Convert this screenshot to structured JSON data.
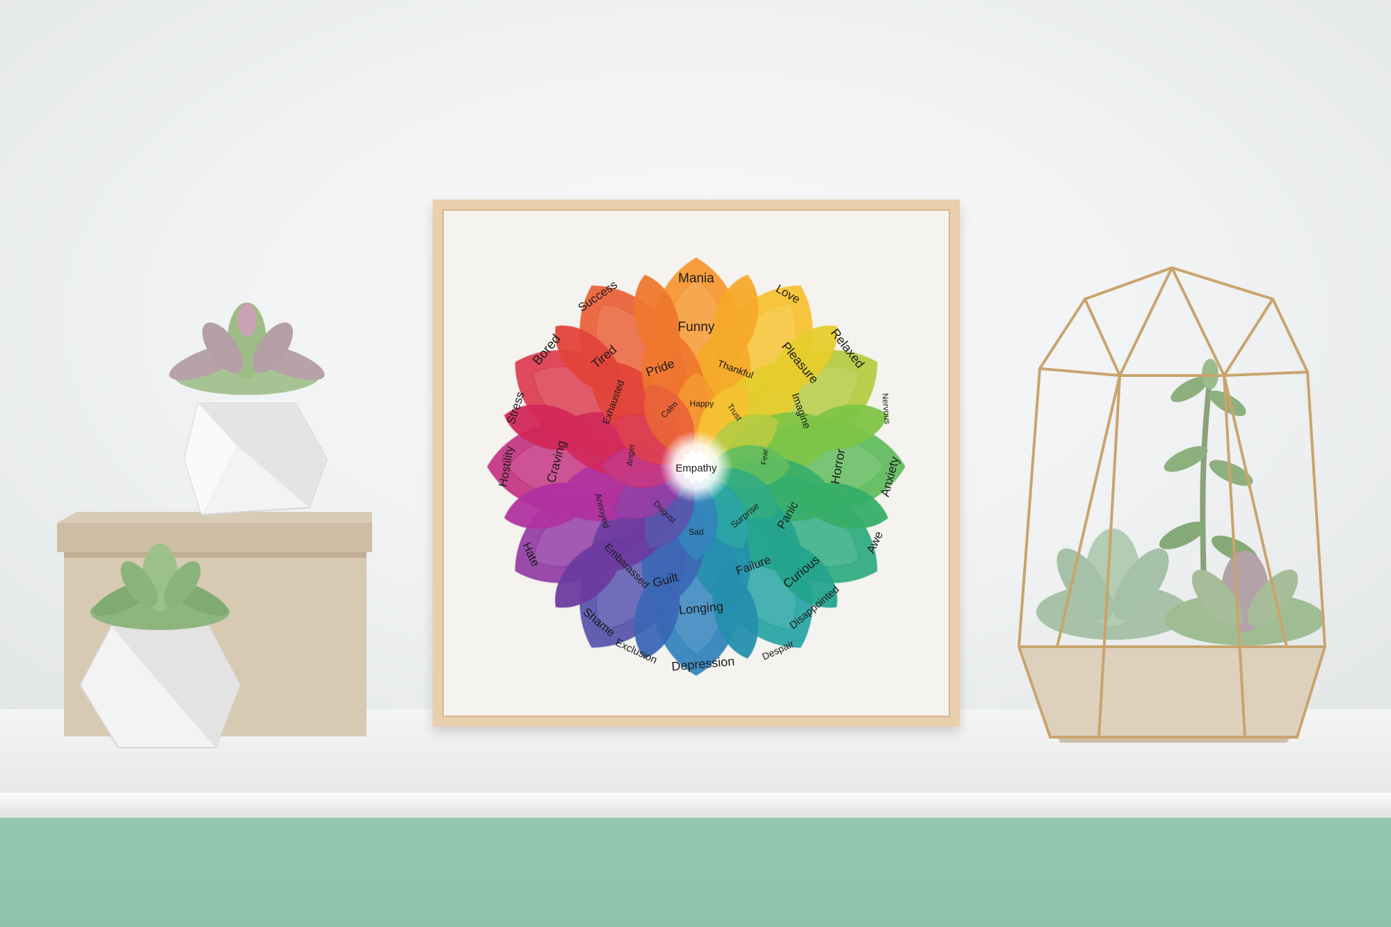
{
  "center_label": "Empathy",
  "labels": {
    "mania": "Mania",
    "success": "Success",
    "love": "Love",
    "bored": "Bored",
    "relaxed": "Relaxed",
    "funny": "Funny",
    "tired": "Tired",
    "pride": "Pride",
    "thankful": "Thankful",
    "pleasure": "Pleasure",
    "stress": "Stress",
    "nervous": "Nervous",
    "happy": "Happy",
    "exhausted": "Exhausted",
    "calm": "Calm",
    "trust": "Trust",
    "imagine": "Imagine",
    "hostility": "Hostility",
    "craving": "Craving",
    "anger": "Anger",
    "fear": "Fear",
    "horror": "Horror",
    "anxiety": "Anxiety",
    "annoyed": "Annoyed",
    "disgust": "Disgust",
    "sad": "Sad",
    "surprise": "Surprise",
    "panic": "Panic",
    "hate": "Hate",
    "awe": "Awe",
    "embarassed": "Embarassed",
    "guilt": "Guilt",
    "failure": "Failure",
    "curious": "Curious",
    "shame": "Shame",
    "longing": "Longing",
    "disappointed": "Disappointed",
    "exclusion": "Exclusion",
    "depression": "Depression",
    "despair": "Despair"
  },
  "colors": {
    "wall": "#eef0f1",
    "floor": "#96c7b3",
    "frame": "#e9cfae"
  }
}
